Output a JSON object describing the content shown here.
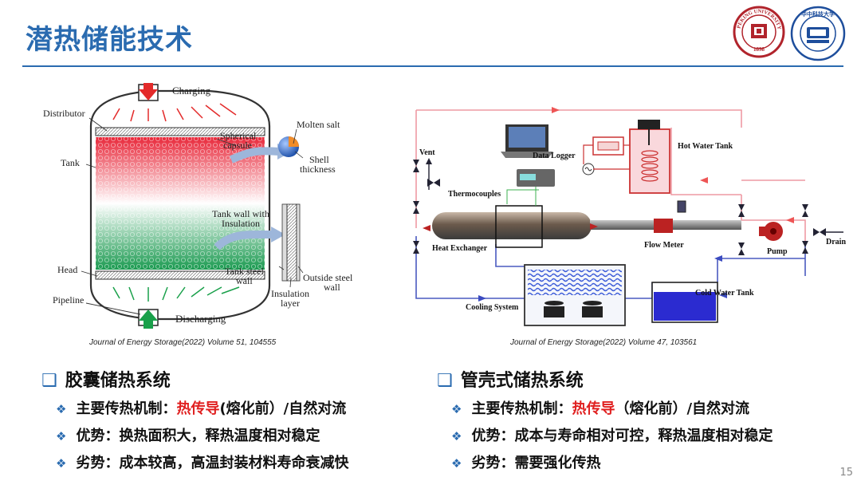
{
  "title": "潜热储能技术",
  "logos": [
    {
      "name": "Peking University",
      "text_top": "PEKING UNIVERSITY",
      "year": "1898",
      "color": "#b1242c"
    },
    {
      "name": "HUST",
      "text_top": "华中科技大学",
      "color": "#1e4e9c"
    }
  ],
  "left_figure": {
    "labels": {
      "charging": "Charging",
      "discharging": "Discharging",
      "distributor": "Distributor",
      "tank": "Tank",
      "head": "Head",
      "pipeline": "Pipeline",
      "spherical_capsule": [
        "Spherical",
        "capsule"
      ],
      "molten_salt": "Molten salt",
      "shell_thickness": [
        "Shell",
        "thickness"
      ],
      "tank_wall_insulation": [
        "Tank wall with",
        "Insulation"
      ],
      "tank_steel_wall": [
        "Tank steel",
        "wall"
      ],
      "outside_steel_wall": [
        "Outside steel",
        "wall"
      ],
      "insulation_layer": [
        "Insulation",
        "layer"
      ]
    },
    "caption": "Journal of Energy Storage(2022) Volume 51, 104555"
  },
  "right_figure": {
    "labels": {
      "vent": "Vent",
      "data_logger": "Data Logger",
      "hot_water_tank": "Hot Water Tank",
      "thermocouples": "Thermocouples",
      "heat_exchanger": "Heat Exchanger",
      "flow_meter": "Flow Meter",
      "pump": "Pump",
      "drain": "Drain",
      "cooling_system": "Cooling System",
      "cold_water_tank": "Cold Water Tank"
    },
    "caption": "Journal of Energy Storage(2022) Volume 47,  103561"
  },
  "left_section": {
    "heading": "胶囊储热系统",
    "bullets": [
      {
        "prefix": "主要传热机制：",
        "highlight": "热传导",
        "suffix": "(熔化前）/自然对流"
      },
      {
        "prefix": "优势：换热面积大，释热温度相对稳定",
        "highlight": "",
        "suffix": ""
      },
      {
        "prefix": "劣势：成本较高，高温封装材料寿命衰减快",
        "highlight": "",
        "suffix": ""
      }
    ]
  },
  "right_section": {
    "heading": "管壳式储热系统",
    "bullets": [
      {
        "prefix": "主要传热机制：",
        "highlight": "热传导",
        "suffix": "（熔化前）/自然对流"
      },
      {
        "prefix": "优势：成本与寿命相对可控，释热温度相对稳定",
        "highlight": "",
        "suffix": ""
      },
      {
        "prefix": "劣势：需要强化传热",
        "highlight": "",
        "suffix": ""
      }
    ]
  },
  "page_number": "15",
  "colors": {
    "accent": "#2a6bb0",
    "highlight": "#e02020",
    "hot_pipe": "#e8a0a8",
    "cold_pipe": "#4a5ac0"
  }
}
